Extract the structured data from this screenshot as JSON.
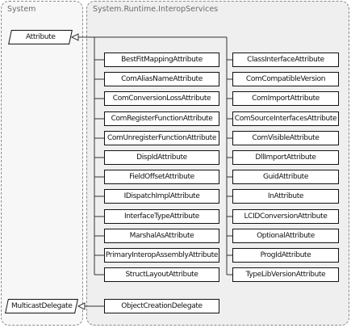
{
  "namespaces": {
    "system": "System",
    "interop": "System.Runtime.InteropServices"
  },
  "base_classes": {
    "attribute": "Attribute",
    "multicast_delegate": "MulticastDelegate"
  },
  "left_column": [
    "BestFitMappingAttribute",
    "ComAliasNameAttribute",
    "ComConversionLossAttribute",
    "ComRegisterFunctionAttribute",
    "ComUnregisterFunctionAttribute",
    "DispIdAttribute",
    "FieldOffsetAttribute",
    "IDispatchImplAttribute",
    "InterfaceTypeAttribute",
    "MarshalAsAttribute",
    "PrimaryInteropAssemblyAttribute",
    "StructLayoutAttribute"
  ],
  "right_column": [
    "ClassInterfaceAttribute",
    "ComCompatibleVersion",
    "ComImportAttribute",
    "ComSourceInterfacesAttribute",
    "ComVisibleAttribute",
    "DllImportAttribute",
    "GuidAttribute",
    "InAttribute",
    "LCIDConversionAttribute",
    "OptionalAttribute",
    "ProgIdAttribute",
    "TypeLibVersionAttribute"
  ],
  "delegate_classes": [
    "ObjectCreationDelegate"
  ]
}
